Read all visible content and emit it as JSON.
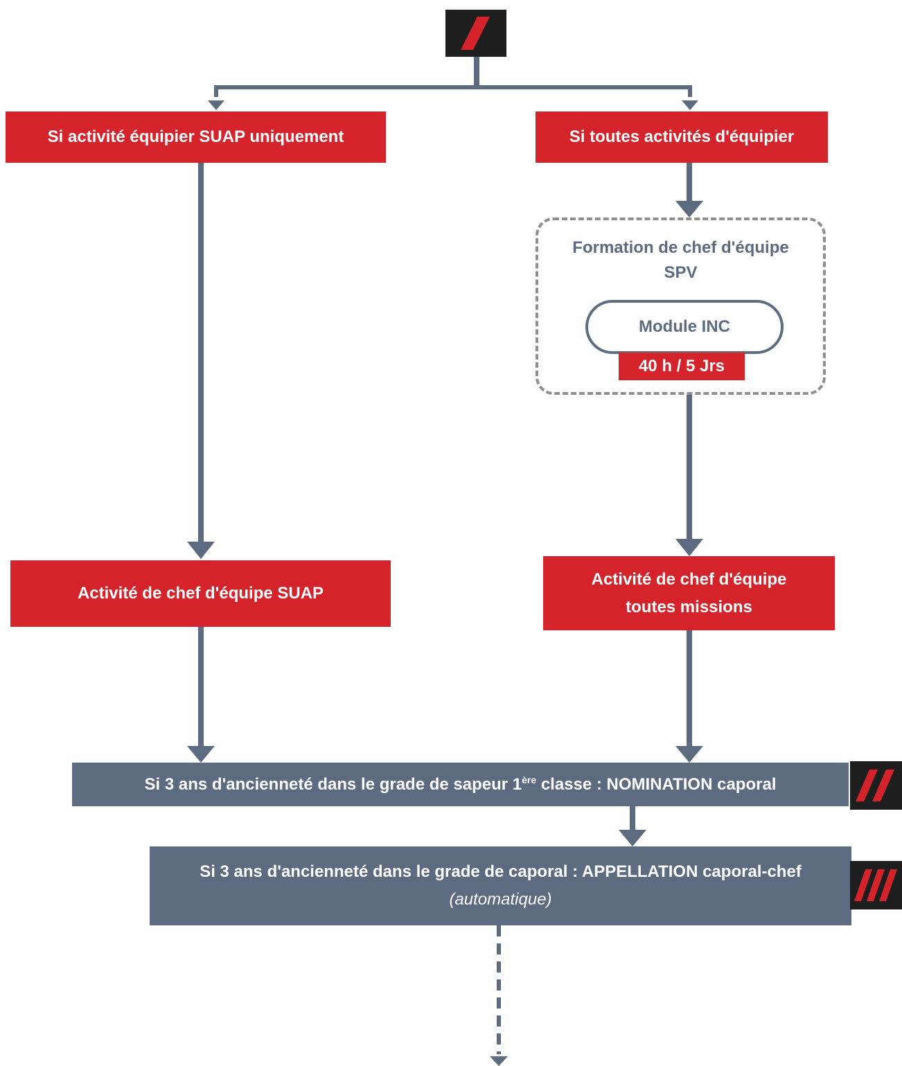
{
  "nodes": {
    "suap_only": "Si activité équipier SUAP uniquement",
    "all_activities": "Si toutes activités d'équipier",
    "training_title_line1": "Formation de chef d'équipe",
    "training_title_line2": "SPV",
    "module": "Module INC",
    "duration": "40 h / 5 Jrs",
    "chief_suap": "Activité de chef d'équipe SUAP",
    "chief_all_line1": "Activité de chef d'équipe",
    "chief_all_line2": "toutes missions",
    "nomination_pre": "Si 3 ans d'ancienneté dans le grade de sapeur 1",
    "nomination_sup": "ère",
    "nomination_post": " classe :  NOMINATION caporal",
    "appellation_line1": "Si 3 ans d'ancienneté dans le grade de caporal : APPELLATION caporal-chef",
    "appellation_line2": "(automatique)"
  },
  "colors": {
    "red": "#d4232b",
    "slate": "#5d6b80",
    "dashed_border": "#8f8f8f",
    "logo_bg": "#1e1e1e"
  },
  "icons": [
    "slash-icon-1",
    "slash-icon-2",
    "slash-icon-3"
  ]
}
